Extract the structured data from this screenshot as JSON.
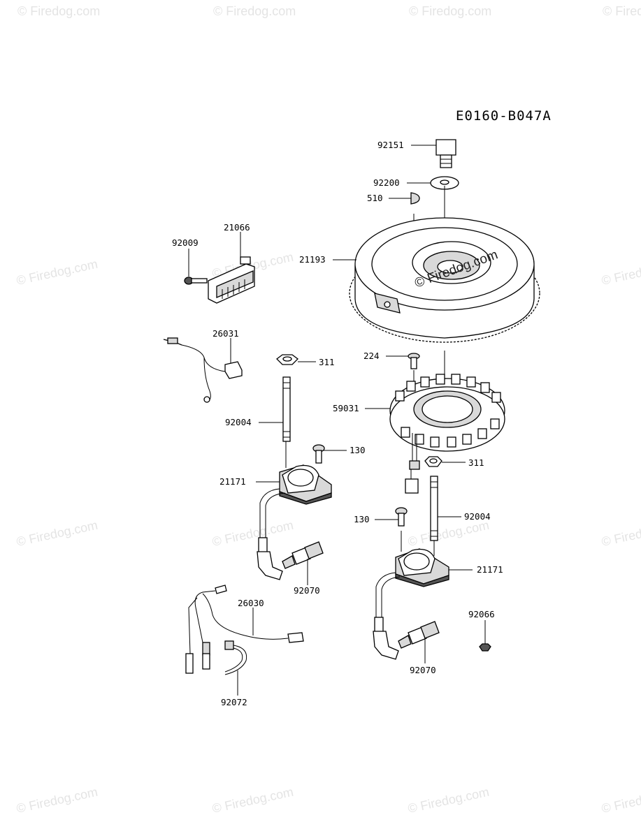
{
  "diagram_code": "E0160-B047A",
  "watermark": "© Firedog.com",
  "labels": [
    {
      "id": "92151",
      "text": "92151"
    },
    {
      "id": "92200",
      "text": "92200"
    },
    {
      "id": "510",
      "text": "510"
    },
    {
      "id": "21066",
      "text": "21066"
    },
    {
      "id": "92009",
      "text": "92009"
    },
    {
      "id": "21193",
      "text": "21193"
    },
    {
      "id": "26031",
      "text": "26031"
    },
    {
      "id": "311a",
      "text": "311"
    },
    {
      "id": "224",
      "text": "224"
    },
    {
      "id": "59031",
      "text": "59031"
    },
    {
      "id": "92004a",
      "text": "92004"
    },
    {
      "id": "130a",
      "text": "130"
    },
    {
      "id": "311b",
      "text": "311"
    },
    {
      "id": "21171a",
      "text": "21171"
    },
    {
      "id": "130b",
      "text": "130"
    },
    {
      "id": "92004b",
      "text": "92004"
    },
    {
      "id": "92070a",
      "text": "92070"
    },
    {
      "id": "21171b",
      "text": "21171"
    },
    {
      "id": "26030",
      "text": "26030"
    },
    {
      "id": "92066",
      "text": "92066"
    },
    {
      "id": "92070b",
      "text": "92070"
    },
    {
      "id": "92072",
      "text": "92072"
    }
  ]
}
